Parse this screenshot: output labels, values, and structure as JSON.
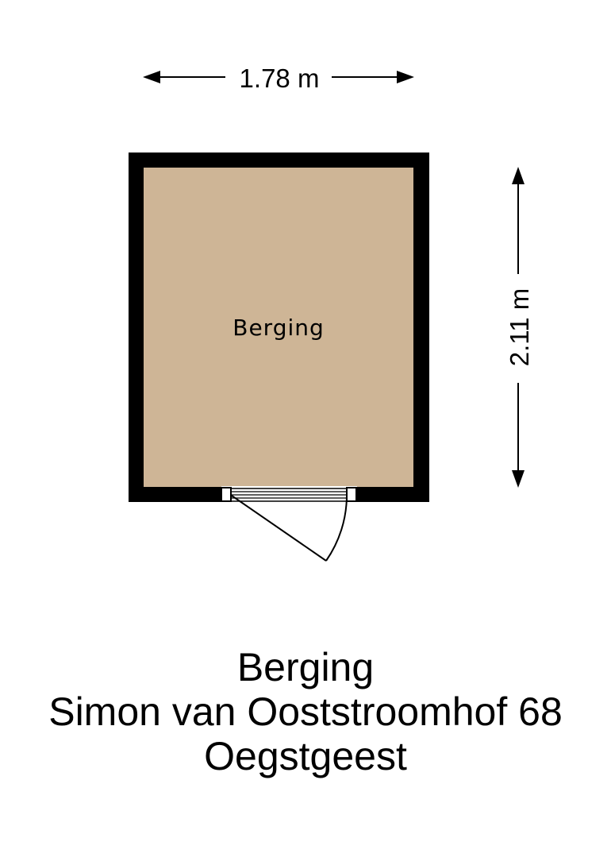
{
  "dimensions": {
    "width_label": "1.78 m",
    "height_label": "2.11 m"
  },
  "room": {
    "label": "Berging",
    "floor_color": "#ceb596",
    "wall_color": "#000000"
  },
  "caption": {
    "line1": "Berging",
    "line2": "Simon van Ooststroomhof 68",
    "line3": "Oegstgeest"
  }
}
